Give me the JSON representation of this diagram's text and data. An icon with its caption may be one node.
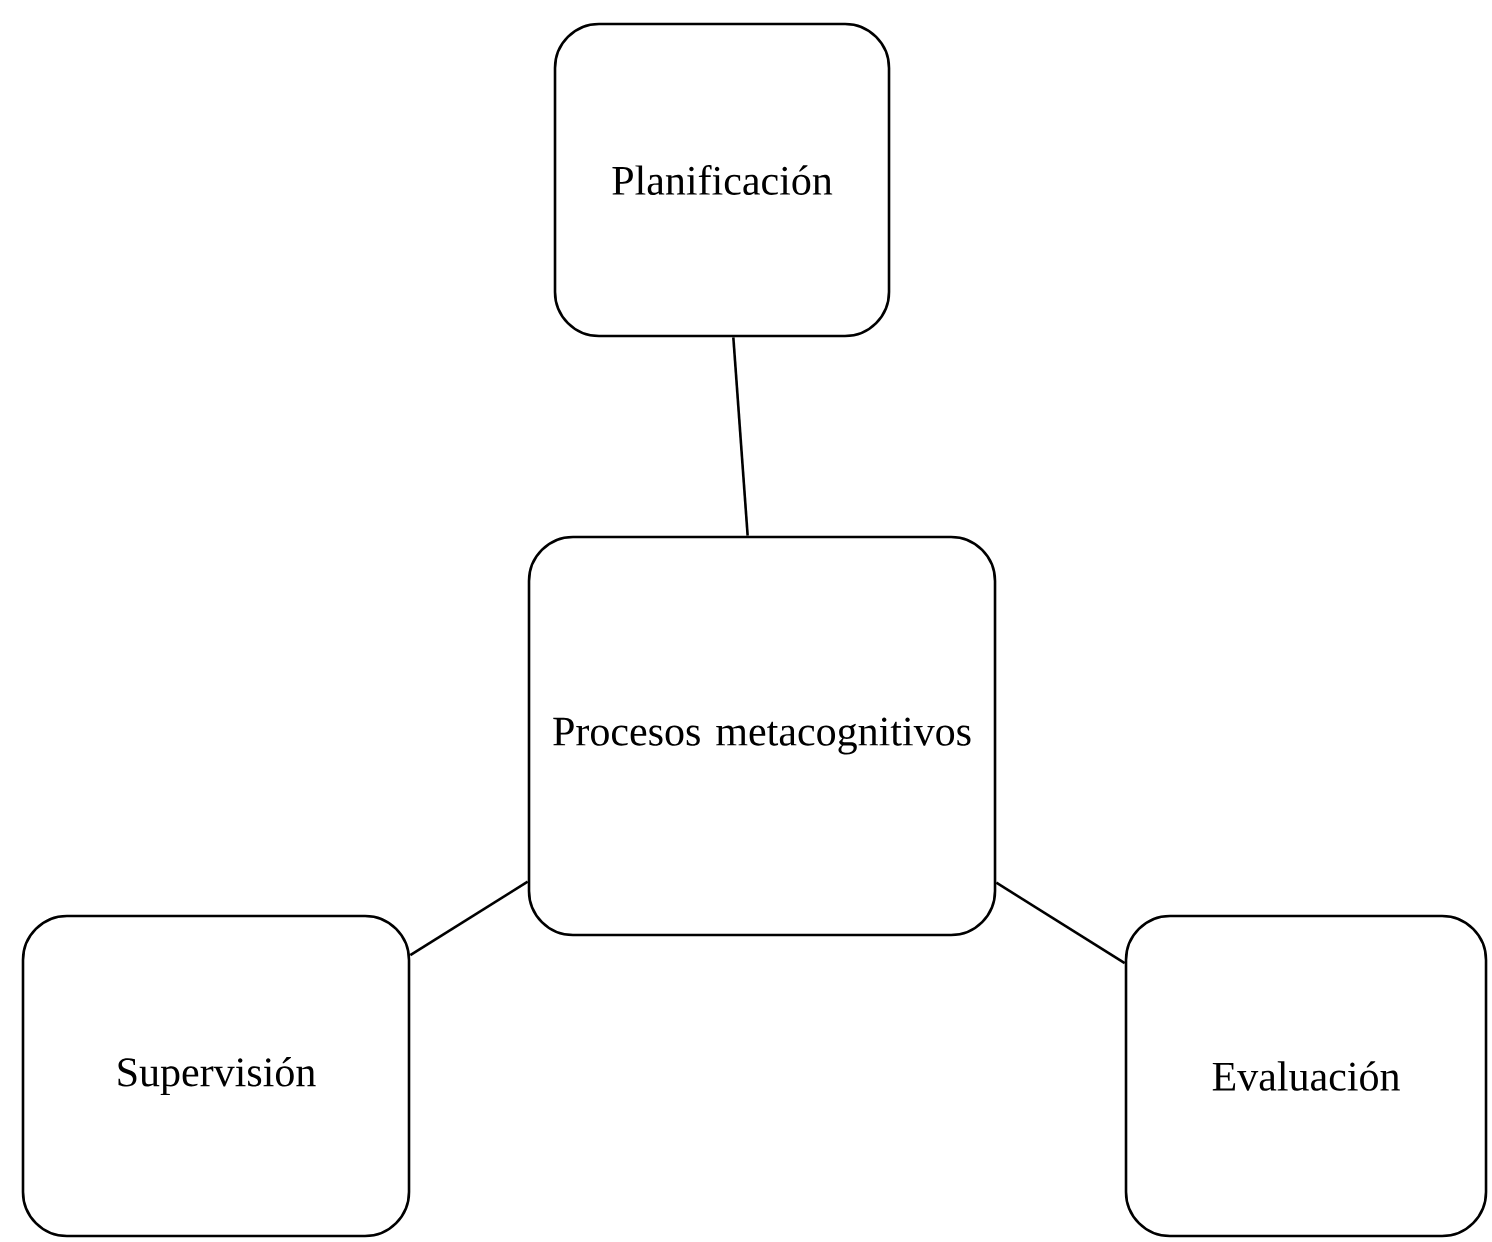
{
  "diagram": {
    "nodes": [
      {
        "text": [
          "Planificación"
        ]
      },
      {
        "text": [
          "Procesos metacognitivos"
        ]
      },
      {
        "text": [
          "Supervisión"
        ]
      },
      {
        "text": [
          "Evaluación"
        ]
      }
    ],
    "edges": [
      {
        "from": 0,
        "to": 1,
        "arrow": "none"
      },
      {
        "from": 1,
        "to": 2,
        "arrow": "none"
      },
      {
        "from": 1,
        "to": 3,
        "arrow": "none"
      }
    ]
  }
}
